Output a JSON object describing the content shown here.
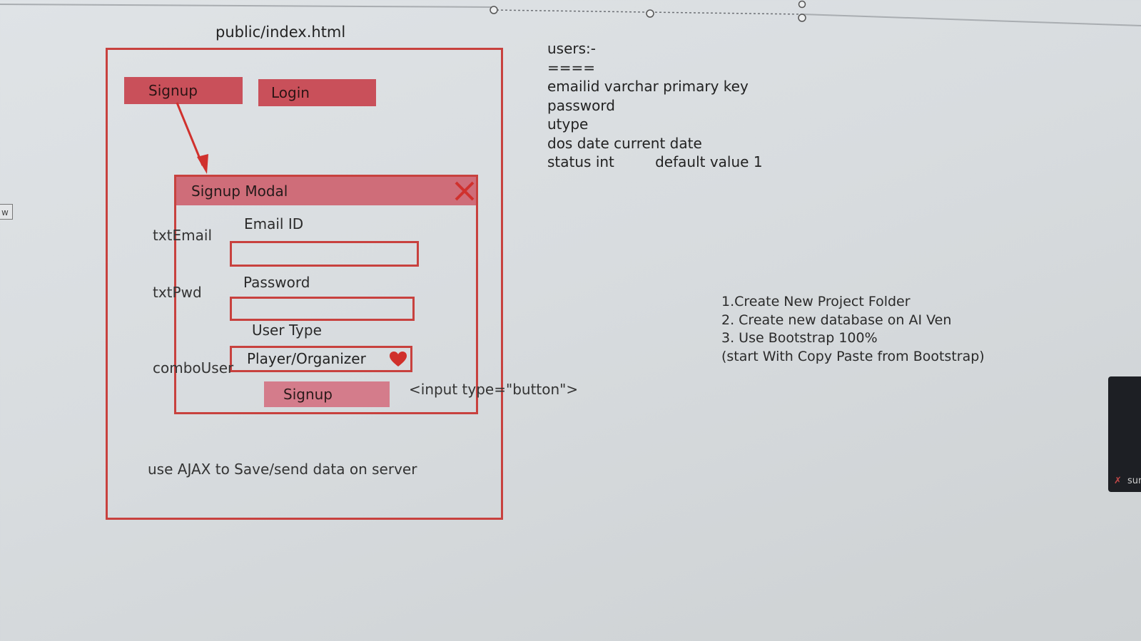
{
  "page": {
    "file_title": "public/index.html",
    "side_tab": "w"
  },
  "mockup": {
    "buttons": {
      "signup": "Signup",
      "login": "Login"
    },
    "modal": {
      "title": "Signup Modal",
      "close_icon": "close-x-icon",
      "fields": {
        "email_label": "Email ID",
        "email_id": "txtEmail",
        "password_label": "Password",
        "password_id": "txtPwd",
        "usertype_label": "User Type",
        "usertype_id": "comboUser",
        "usertype_value": "Player/Organizer"
      },
      "submit_label": "Signup"
    },
    "input_note": "<input type=\"button\">",
    "ajax_note": "use AJAX to Save/send data on server"
  },
  "schema": {
    "lines": [
      "users:-",
      "====",
      "emailid varchar primary key",
      "password",
      "utype",
      "dos date current date",
      "status int         default value 1"
    ]
  },
  "steps": {
    "lines": [
      "1.Create New Project Folder",
      "2. Create new database on AI Ven",
      "3. Use Bootstrap 100%",
      "(start With Copy Paste from Bootstrap)"
    ]
  },
  "overlay": {
    "label": "sur",
    "icon": "mic-off-icon"
  },
  "colors": {
    "frame": "#c8413e",
    "button": "#c9505a",
    "modal_header": "#cf6d79",
    "background": "#dcdfe2"
  }
}
